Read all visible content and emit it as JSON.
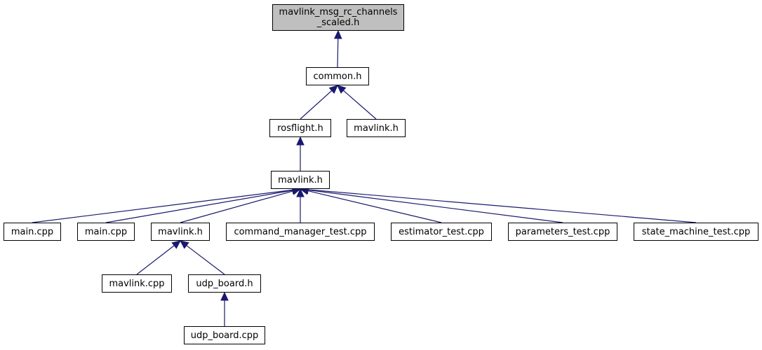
{
  "colors": {
    "edge": "#191970",
    "root_fill": "#bfbfbf",
    "node_border": "#000000"
  },
  "nodes": {
    "root": {
      "line1": "mavlink_msg_rc_channels",
      "line2": "_scaled.h"
    },
    "common": {
      "label": "common.h"
    },
    "rosflight": {
      "label": "rosflight.h"
    },
    "mavlink_right": {
      "label": "mavlink.h"
    },
    "mavlink_center": {
      "label": "mavlink.h"
    },
    "main1": {
      "label": "main.cpp"
    },
    "main2": {
      "label": "main.cpp"
    },
    "mavlink_sub": {
      "label": "mavlink.h"
    },
    "command_manager_test": {
      "label": "command_manager_test.cpp"
    },
    "estimator_test": {
      "label": "estimator_test.cpp"
    },
    "parameters_test": {
      "label": "parameters_test.cpp"
    },
    "state_machine_test": {
      "label": "state_machine_test.cpp"
    },
    "mavlink_cpp": {
      "label": "mavlink.cpp"
    },
    "udp_board_h": {
      "label": "udp_board.h"
    },
    "udp_board_cpp": {
      "label": "udp_board.cpp"
    }
  },
  "edges": [
    [
      "common",
      "root"
    ],
    [
      "rosflight",
      "common"
    ],
    [
      "mavlink_right",
      "common"
    ],
    [
      "mavlink_center",
      "rosflight"
    ],
    [
      "main1",
      "mavlink_center"
    ],
    [
      "main2",
      "mavlink_center"
    ],
    [
      "mavlink_sub",
      "mavlink_center"
    ],
    [
      "command_manager_test",
      "mavlink_center"
    ],
    [
      "estimator_test",
      "mavlink_center"
    ],
    [
      "parameters_test",
      "mavlink_center"
    ],
    [
      "state_machine_test",
      "mavlink_center"
    ],
    [
      "mavlink_cpp",
      "mavlink_sub"
    ],
    [
      "udp_board_h",
      "mavlink_sub"
    ],
    [
      "udp_board_cpp",
      "udp_board_h"
    ]
  ]
}
